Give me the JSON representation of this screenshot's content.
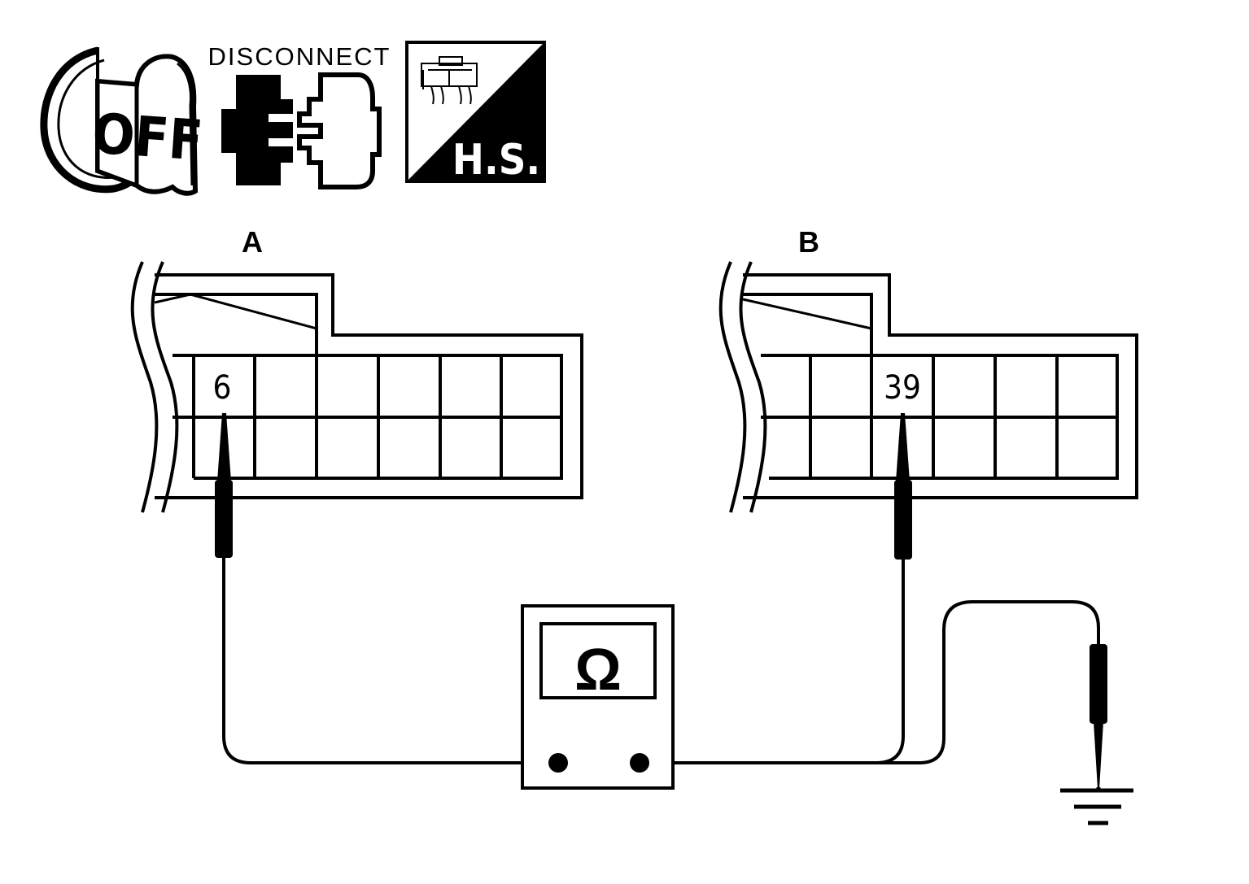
{
  "icons": {
    "ignition": {
      "name": "ignition-key-off-icon",
      "label": "OFF"
    },
    "disconnect": {
      "name": "connector-disconnect-icon",
      "label": "DISCONNECT"
    },
    "harness_side": {
      "name": "harness-side-connector-icon",
      "label": "H.S."
    }
  },
  "connectors": [
    {
      "id": "A",
      "label": "A",
      "terminal": "6"
    },
    {
      "id": "B",
      "label": "B",
      "terminal": "39"
    }
  ],
  "meter": {
    "symbol": "Ω",
    "icon": "ohmmeter-icon"
  },
  "ground": {
    "icon": "ground-symbol-icon"
  },
  "colors": {
    "ink": "#000000",
    "paper": "#ffffff"
  }
}
